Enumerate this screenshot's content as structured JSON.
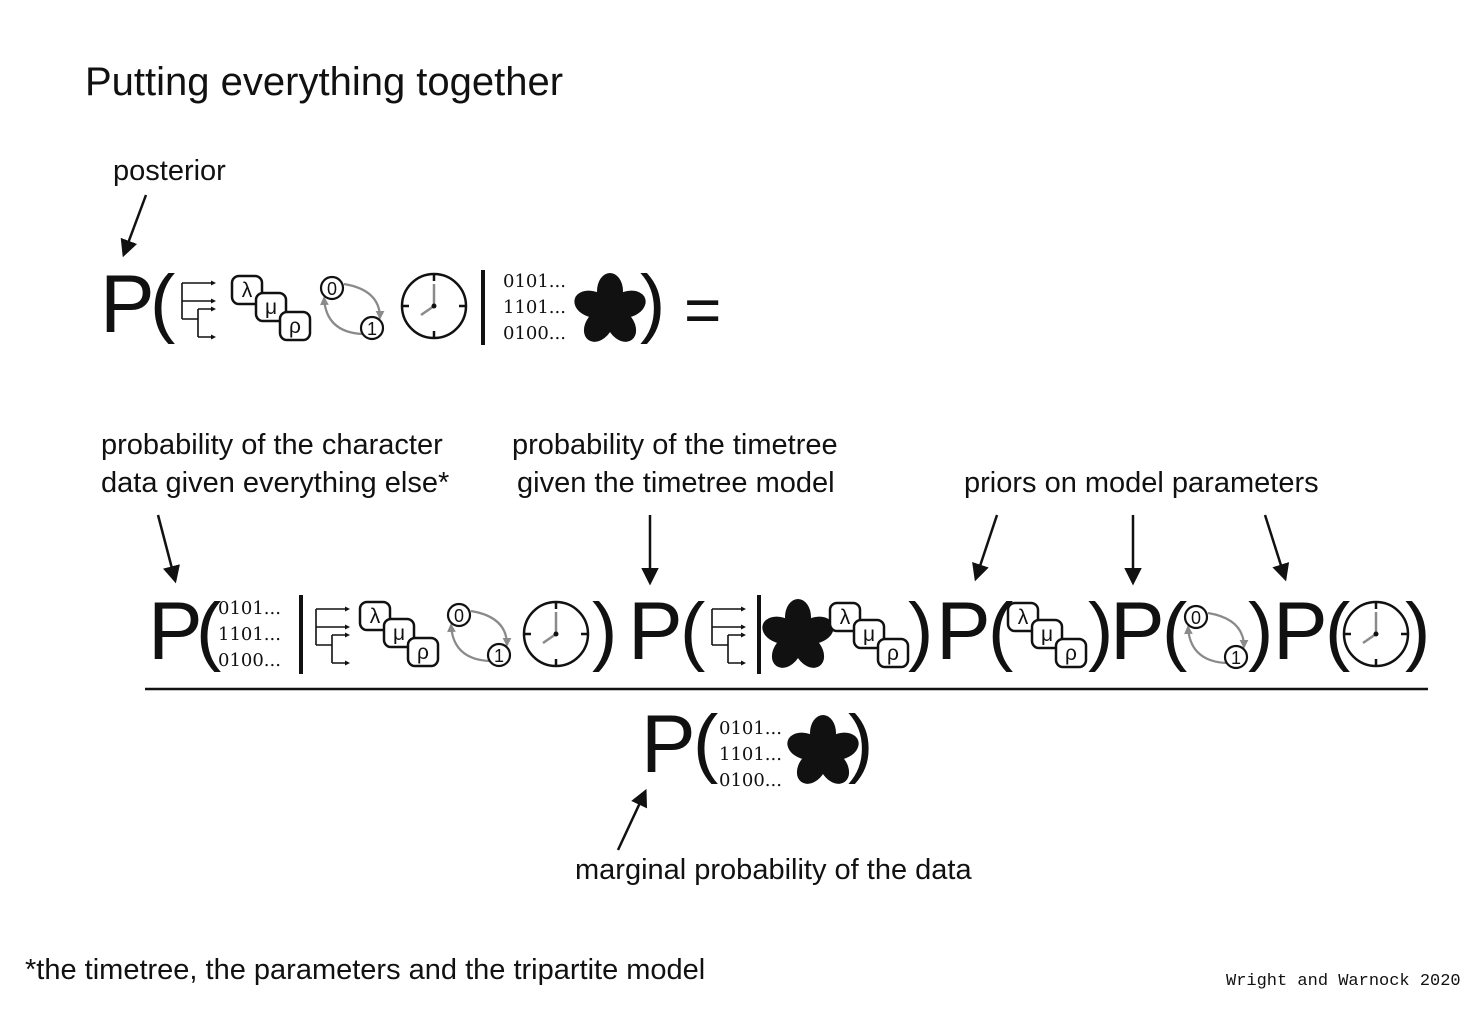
{
  "title": "Putting everything together",
  "labels": {
    "posterior": "posterior",
    "char_line1": "probability of the character",
    "char_line2": "data given everything else*",
    "tree_line1": "probability of the timetree",
    "tree_line2": "given the timetree model",
    "priors": "priors on model parameters",
    "marginal": "marginal probability of the data"
  },
  "symbols": {
    "P": "P",
    "open": "(",
    "close": ")",
    "equals": "=",
    "lambda": "λ",
    "mu": "μ",
    "rho": "ρ",
    "zero": "0",
    "one": "1"
  },
  "data_matrix": [
    "0101...",
    "1101...",
    "0100..."
  ],
  "footnote": "*the timetree, the parameters and the tripartite model",
  "credit": "Wright and Warnock 2020",
  "colors": {
    "ink": "#111111",
    "arrow_gray": "#8a8a8a"
  }
}
